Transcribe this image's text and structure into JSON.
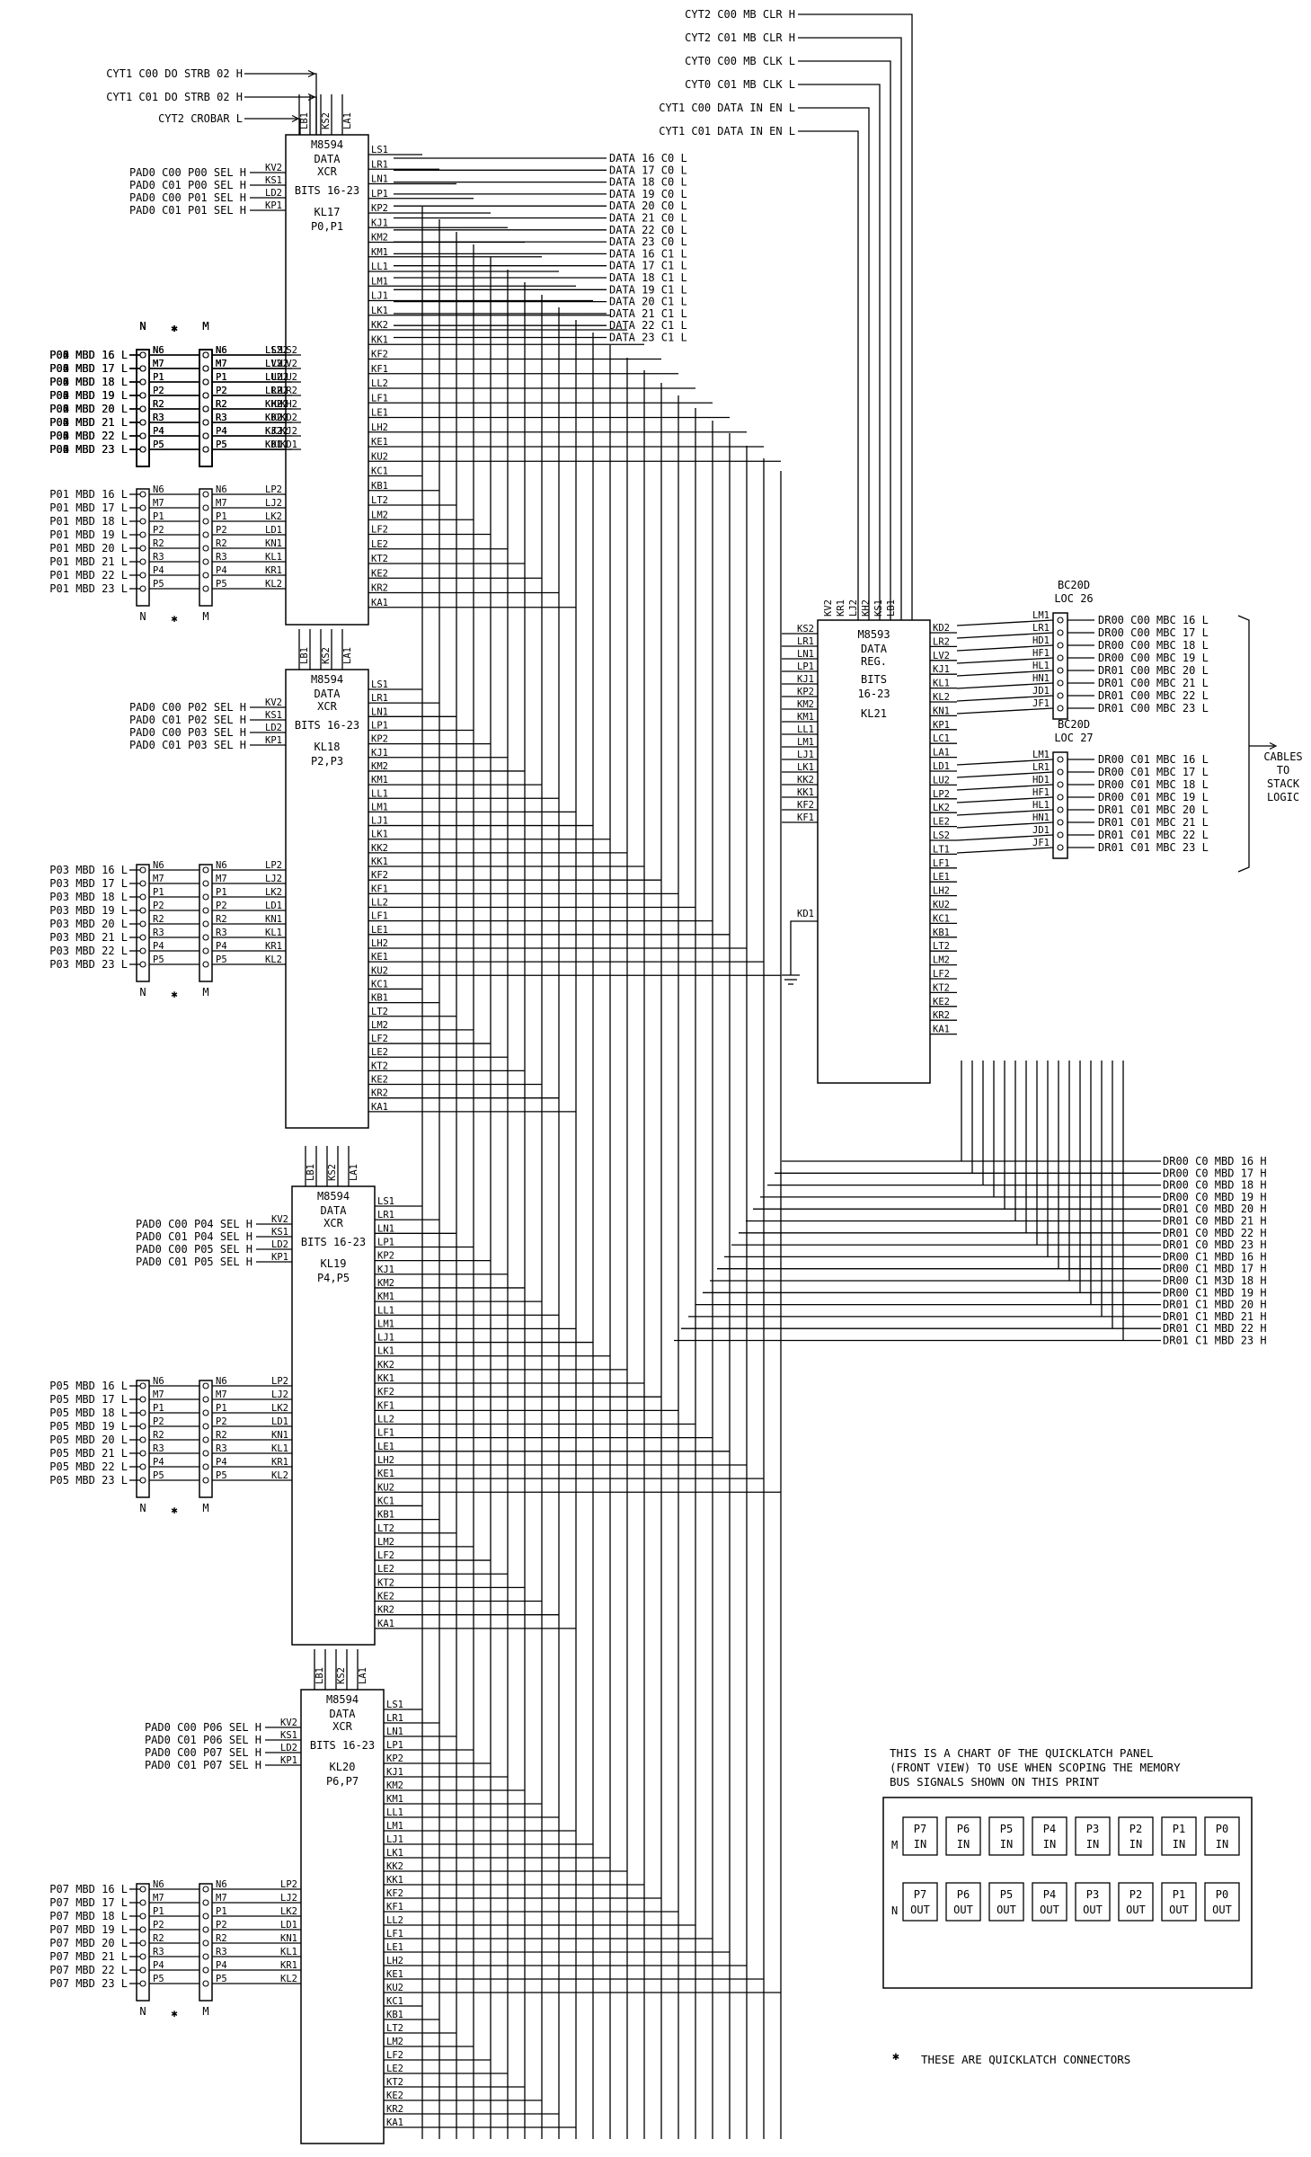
{
  "top_signals": {
    "right": [
      "CYT2 C00 MB CLR H",
      "CYT2 C01 MB CLR H",
      "CYT0 C00 MB CLK L",
      "CYT0 C01 MB CLK L",
      "CYT1 C00 DATA IN EN L",
      "CYT1 C01 DATA IN EN L"
    ],
    "left": [
      "CYT1 C00 DO STRB 02 H",
      "CYT1 C01 DO STRB 02 H",
      "CYT2 CROBAR L"
    ]
  },
  "xcvrs": [
    {
      "id": "KL17",
      "l1": "M8594",
      "l2": "DATA",
      "l3": "XCR",
      "l4": "BITS 16-23",
      "l5": "KL17",
      "l6": "P0,P1",
      "sel": [
        "PAD0 C00 P00 SEL H",
        "PAD0 C01 P00 SEL H",
        "PAD0 C00 P01 SEL H",
        "PAD0 C01 P01 SEL H"
      ],
      "ga": "P00",
      "gb": "P01"
    },
    {
      "id": "KL18",
      "l1": "M8594",
      "l2": "DATA",
      "l3": "XCR",
      "l4": "BITS 16-23",
      "l5": "KL18",
      "l6": "P2,P3",
      "sel": [
        "PAD0 C00 P02 SEL H",
        "PAD0 C01 P02 SEL H",
        "PAD0 C00 P03 SEL H",
        "PAD0 C01 P03 SEL H"
      ],
      "ga": "P02",
      "gb": "P03"
    },
    {
      "id": "KL19",
      "l1": "M8594",
      "l2": "DATA",
      "l3": "XCR",
      "l4": "BITS 16-23",
      "l5": "KL19",
      "l6": "P4,P5",
      "sel": [
        "PAD0 C00 P04 SEL H",
        "PAD0 C01 P04 SEL H",
        "PAD0 C00 P05 SEL H",
        "PAD0 C01 P05 SEL H"
      ],
      "ga": "P04",
      "gb": "P05"
    },
    {
      "id": "KL20",
      "l1": "M8594",
      "l2": "DATA",
      "l3": "XCR",
      "l4": "BITS 16-23",
      "l5": "KL20",
      "l6": "P6,P7",
      "sel": [
        "PAD0 C00 P06 SEL H",
        "PAD0 C01 P06 SEL H",
        "PAD0 C00 P07 SEL H",
        "PAD0 C01 P07 SEL H"
      ],
      "ga": "P06",
      "gb": "P07"
    }
  ],
  "xcvr_pins_left": [
    "KV2",
    "KS1",
    "LD2",
    "KP1"
  ],
  "xcvr_pins_top": [
    "LB1",
    "KS2",
    "LA1"
  ],
  "xcvr_pins_right": [
    "LS1",
    "LR1",
    "LN1",
    "LP1",
    "KP2",
    "KJ1",
    "KM2",
    "KM1",
    "LL1",
    "LM1",
    "LJ1",
    "LK1",
    "KK2",
    "KK1",
    "KF2",
    "KF1",
    "LL2",
    "LF1",
    "LE1",
    "LH2",
    "KE1",
    "KU2",
    "KC1",
    "KB1",
    "LT2",
    "LM2",
    "LF2",
    "LE2",
    "KT2",
    "KE2",
    "KR2",
    "KA1"
  ],
  "conn_pins": [
    "N6",
    "M7",
    "P1",
    "P2",
    "R2",
    "R3",
    "P4",
    "P5"
  ],
  "cA_out": [
    "LS2",
    "LV2",
    "LU2",
    "LR2",
    "KH2",
    "KD2",
    "KJ2",
    "KD1"
  ],
  "cB_out": [
    "LP2",
    "LJ2",
    "LK2",
    "LD1",
    "KN1",
    "KL1",
    "KR1",
    "KL2"
  ],
  "conn_top": {
    "n": "N",
    "star": "✱",
    "m": "M"
  },
  "mbd_suffix": [
    " MBD 16 L",
    " MBD 17 L",
    " MBD 18 L",
    " MBD 19 L",
    " MBD 20 L",
    " MBD 21 L",
    " MBD 22 L",
    " MBD 23 L"
  ],
  "data_bus": [
    "DATA 16 C0 L",
    "DATA 17 C0 L",
    "DATA 18 C0 L",
    "DATA 19 C0 L",
    "DATA 20 C0 L",
    "DATA 21 C0 L",
    "DATA 22 C0 L",
    "DATA 23 C0 L",
    "DATA 16 C1 L",
    "DATA 17 C1 L",
    "DATA 18 C1 L",
    "DATA 19 C1 L",
    "DATA 20 C1 L",
    "DATA 21 C1 L",
    "DATA 22 C1 L",
    "DATA 23 C1 L"
  ],
  "reg": {
    "l1": "M8593",
    "l2": "DATA",
    "l3": "REG.",
    "l4": "BITS",
    "l5": "16-23",
    "l6": "KL21",
    "top": [
      "KV2",
      "KR1",
      "LJ2",
      "KH2",
      "KS1",
      "LB1"
    ],
    "left": [
      "KS2",
      "LR1",
      "LN1",
      "LP1",
      "KJ1",
      "KP2",
      "KM2",
      "KM1",
      "LL1",
      "LM1",
      "LJ1",
      "LK1",
      "KK2",
      "KK1",
      "KF2",
      "KF1"
    ],
    "kd1": "KD1",
    "right": [
      "KD2",
      "LR2",
      "LV2",
      "KJ1",
      "KL1",
      "KL2",
      "KN1",
      "KP1",
      "LC1",
      "LA1",
      "LD1",
      "LU2",
      "LP2",
      "LK2",
      "LE2",
      "LS2",
      "LT1",
      "LF1",
      "LE1",
      "LH2",
      "KU2",
      "KC1",
      "KB1",
      "LT2",
      "LM2",
      "LF2",
      "KT2",
      "KE2",
      "KR2",
      "KA1"
    ]
  },
  "bc_top": {
    "name": "BC20D",
    "loc": "LOC 26"
  },
  "bc_bot": {
    "name": "BC20D",
    "loc": "LOC 27"
  },
  "bc_pins": [
    "LM1",
    "LR1",
    "HD1",
    "HF1",
    "HL1",
    "HN1",
    "JD1",
    "JF1"
  ],
  "bc_top_sig": [
    "DR00 C00 MBC 16 L",
    "DR00 C00 MBC 17 L",
    "DR00 C00 MBC 18 L",
    "DR00 C00 MBC 19 L",
    "DR01 C00 MBC 20 L",
    "DR01 C00 MBC 21 L",
    "DR01 C00 MBC 22 L",
    "DR01 C00 MBC 23 L"
  ],
  "bc_bot_sig": [
    "DR00 C01 MBC 16 L",
    "DR00 C01 MBC 17 L",
    "DR00 C01 MBC 18 L",
    "DR00 C01 MBC 19 L",
    "DR01 C01 MBC 20 L",
    "DR01 C01 MBC 21 L",
    "DR01 C01 MBC 22 L",
    "DR01 C01 MBC 23 L"
  ],
  "cables": [
    "CABLES",
    "TO",
    "STACK",
    "LOGIC"
  ],
  "dr_right": [
    "DR00 C0 MBD 16 H",
    "DR00 C0 MBD 17 H",
    "DR00 C0 MBD 18 H",
    "DR00 C0 MBD 19 H",
    "DR01 C0 MBD 20 H",
    "DR01 C0 MBD 21 H",
    "DR01 C0 MBD 22 H",
    "DR01 C0 MBD 23 H",
    "DR00 C1 MBD 16 H",
    "DR00 C1 MBD 17 H",
    "DR00 C1 M3D 18 H",
    "DR00 C1 MBD 19 H",
    "DR01 C1 MBD 20 H",
    "DR01 C1 MBD 21 H",
    "DR01 C1 MBD 22 H",
    "DR01 C1 MBD 23 H"
  ],
  "panel": {
    "caption": [
      "THIS IS A CHART OF THE QUICKLATCH PANEL",
      "(FRONT VIEW) TO USE WHEN SCOPING THE MEMORY",
      "BUS SIGNALS SHOWN ON THIS PRINT"
    ],
    "m_label": "M",
    "n_label": "N",
    "m_cells": [
      [
        "P7",
        "IN"
      ],
      [
        "P6",
        "IN"
      ],
      [
        "P5",
        "IN"
      ],
      [
        "P4",
        "IN"
      ],
      [
        "P3",
        "IN"
      ],
      [
        "P2",
        "IN"
      ],
      [
        "P1",
        "IN"
      ],
      [
        "P0",
        "IN"
      ]
    ],
    "n_cells": [
      [
        "P7",
        "OUT"
      ],
      [
        "P6",
        "OUT"
      ],
      [
        "P5",
        "OUT"
      ],
      [
        "P4",
        "OUT"
      ],
      [
        "P3",
        "OUT"
      ],
      [
        "P2",
        "OUT"
      ],
      [
        "P1",
        "OUT"
      ],
      [
        "P0",
        "OUT"
      ]
    ]
  },
  "footnote": {
    "star": "✱",
    "text": "THESE ARE QUICKLATCH CONNECTORS"
  }
}
